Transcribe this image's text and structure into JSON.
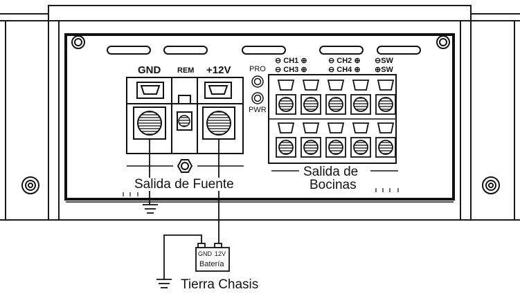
{
  "power_terminal": {
    "gnd_label": "GND",
    "rem_label": "REM",
    "v12_label": "+12V"
  },
  "indicators": {
    "pro_label": "PRO",
    "pwr_label": "PWR"
  },
  "speaker_channels": {
    "ch1": "CH1",
    "ch3": "CH3",
    "ch2": "CH2",
    "ch4": "CH4",
    "sw_top": "SW",
    "sw_bottom": "SW"
  },
  "captions": {
    "power_output": "Salida de Fuente",
    "speaker_output_line1": "Salida de",
    "speaker_output_line2": "Bocinas"
  },
  "battery": {
    "gnd_label": "GND",
    "v12_label": "12V",
    "name": "Batería"
  },
  "chassis_ground_label": "Tierra Chasis",
  "colors": {
    "line": "#1a1a1a",
    "panel": "#ffffff"
  }
}
